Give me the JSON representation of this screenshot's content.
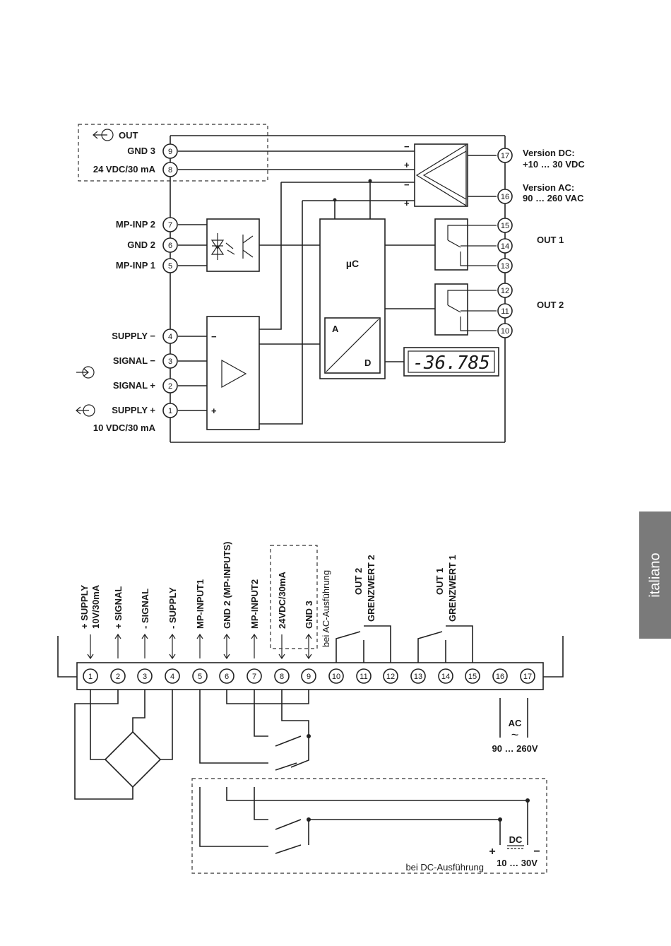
{
  "colors": {
    "line": "#222222",
    "tab_background": "#7a7a7a",
    "tab_text": "#ffffff"
  },
  "side_tab": {
    "label": "italiano"
  },
  "block_diagram": {
    "out_label": "OUT",
    "gnd3_label": "GND 3",
    "supply_24_label": "24 VDC/30 mA",
    "mp_inp2_label": "MP-INP 2",
    "gnd2_label": "GND 2",
    "mp_inp1_label": "MP-INP 1",
    "supply_minus_label": "SUPPLY −",
    "signal_minus_label": "SIGNAL −",
    "signal_plus_label": "SIGNAL +",
    "supply_plus_label": "SUPPLY +",
    "supply_10_label": "10 VDC/30 mA",
    "version_dc_title": "Version DC:",
    "version_dc_range": "+10 … 30 VDC",
    "version_ac_title": "Version AC:",
    "version_ac_range": "90 … 260 VAC",
    "out1_label": "OUT 1",
    "out2_label": "OUT 2",
    "uc_label": "µC",
    "ad_a_label": "A",
    "ad_d_label": "D",
    "display_value": "-36.785",
    "minus_sign": "−",
    "plus_sign": "+",
    "terminals_left": [
      "9",
      "8",
      "7",
      "6",
      "5",
      "4",
      "3",
      "2",
      "1"
    ],
    "terminals_right": [
      "17",
      "16",
      "15",
      "14",
      "13",
      "12",
      "11",
      "10"
    ]
  },
  "terminal_diagram": {
    "terminals": [
      "1",
      "2",
      "3",
      "4",
      "5",
      "6",
      "7",
      "8",
      "9",
      "10",
      "11",
      "12",
      "13",
      "14",
      "15",
      "16",
      "17"
    ],
    "label_1a": "+ SUPPLY",
    "label_1b": "10V/30mA",
    "label_2": "+ SIGNAL",
    "label_3": "- SIGNAL",
    "label_4": "- SUPPLY",
    "label_5": "MP-INPUT1",
    "label_6": "GND 2 (MP-INPUTS)",
    "label_7": "MP-INPUT2",
    "label_8": "24VDC/30mA",
    "label_9": "GND 3",
    "ac_version_note": "bei AC-Ausführung",
    "out2_a": "OUT 2",
    "out2_b": "GRENZWERT 2",
    "out1_a": "OUT 1",
    "out1_b": "GRENZWERT 1",
    "ac_label": "AC",
    "ac_symbol": "~",
    "ac_range": "90 … 260V",
    "dc_label": "DC",
    "dc_range": "10 … 30V",
    "dc_plus": "+",
    "dc_minus": "−",
    "dc_version_note": "bei DC-Ausführung"
  }
}
